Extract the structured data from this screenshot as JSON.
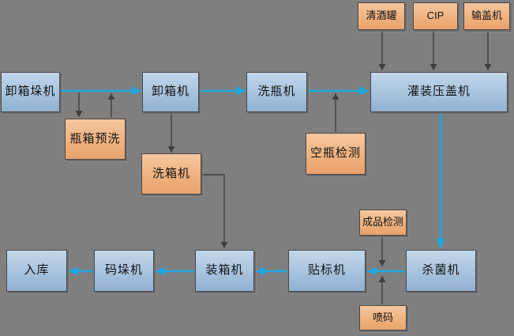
{
  "diagram_title": "bottling-line-flowchart",
  "palette": {
    "background": "#7f7f7f",
    "flow_arrow": "#1fa8e0",
    "aux_arrow": "#3f3f3f",
    "machine_box_top": "#c1d6ea",
    "machine_box_bottom": "#8fb0d0",
    "aux_box_top": "#f6c79f",
    "aux_box_bottom": "#e9a26c"
  },
  "nodes": {
    "unstacker": {
      "label": "卸箱垛机"
    },
    "pre_wash": {
      "label": "瓶箱预洗"
    },
    "decrater": {
      "label": "卸箱机"
    },
    "crate_washer": {
      "label": "洗箱机"
    },
    "bottle_washer": {
      "label": "洗瓶机"
    },
    "empty_bottle_check": {
      "label": "空瓶检测"
    },
    "beer_tank": {
      "label": "清酒罐"
    },
    "cip": {
      "label": "CIP"
    },
    "cap_feeder": {
      "label": "输盖机"
    },
    "filler_capper": {
      "label": "灌装压盖机"
    },
    "sterilizer": {
      "label": "杀菌机"
    },
    "product_check": {
      "label": "成品检测"
    },
    "inkjet_coder": {
      "label": "喷码"
    },
    "labeler": {
      "label": "贴标机"
    },
    "crater": {
      "label": "装箱机"
    },
    "palletizer": {
      "label": "码垛机"
    },
    "warehouse": {
      "label": "入库"
    }
  }
}
